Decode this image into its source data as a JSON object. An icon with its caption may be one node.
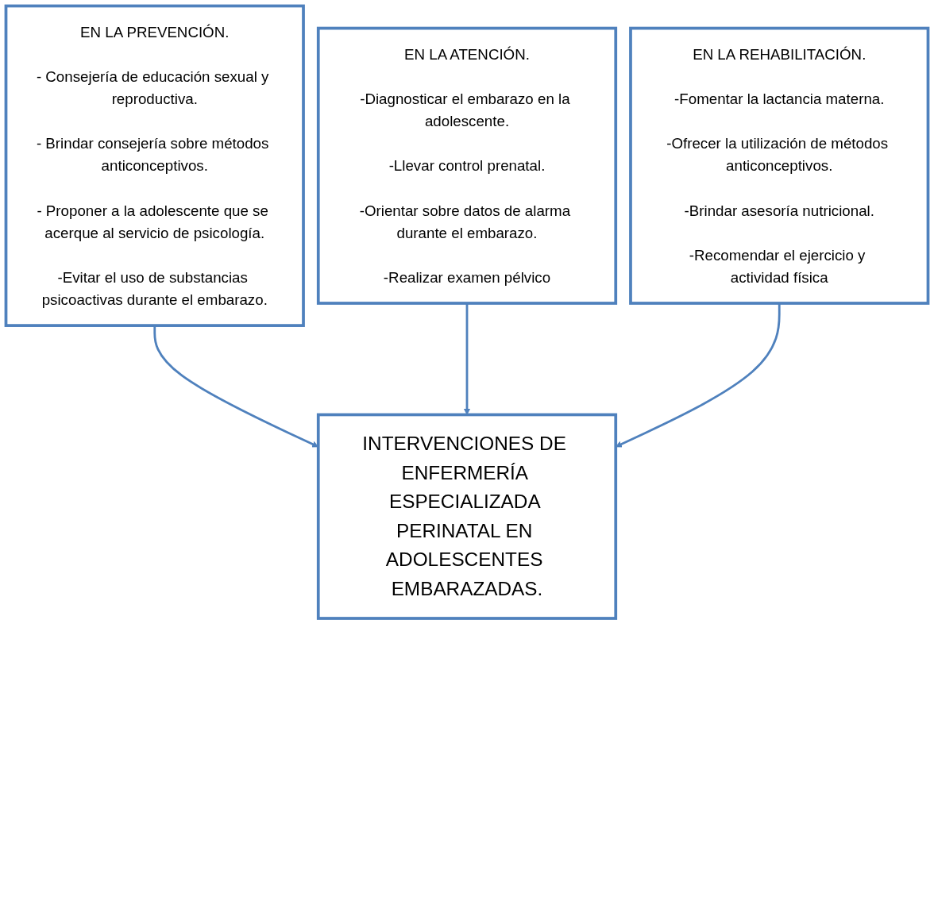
{
  "diagram": {
    "nodes": [
      {
        "text": [
          "EN LA PREVENCIÓN.",
          "- Consejería de educación sexual y reproductiva.",
          "- Brindar consejería sobre métodos anticonceptivos.",
          "- Proponer a la adolescente que se acerque al servicio de psicología.",
          "-Evitar el uso de substancias psicoactivas durante el embarazo."
        ]
      },
      {
        "text": [
          "EN LA ATENCIÓN.",
          "-Diagnosticar el embarazo en la adolescente.",
          "-Llevar control prenatal.",
          "-Orientar sobre datos de alarma durante el embarazo.",
          "-Realizar examen pélvico"
        ]
      },
      {
        "text": [
          "EN LA REHABILITACIÓN.",
          "-Fomentar la lactancia materna.",
          "-Ofrecer la utilización de métodos anticonceptivos.",
          "-Brindar asesoría nutricional.",
          "-Recomendar el ejercicio y actividad física"
        ]
      },
      {
        "text": [
          "INTERVENCIONES DE ENFERMERÍA ESPECIALIZADA PERINATAL EN ADOLESCENTES EMBARAZADAS."
        ]
      }
    ],
    "edges": [
      {
        "from": 0,
        "to": 3,
        "arrow": "to"
      },
      {
        "from": 1,
        "to": 3,
        "arrow": "to"
      },
      {
        "from": 2,
        "to": 3,
        "arrow": "to"
      }
    ]
  }
}
